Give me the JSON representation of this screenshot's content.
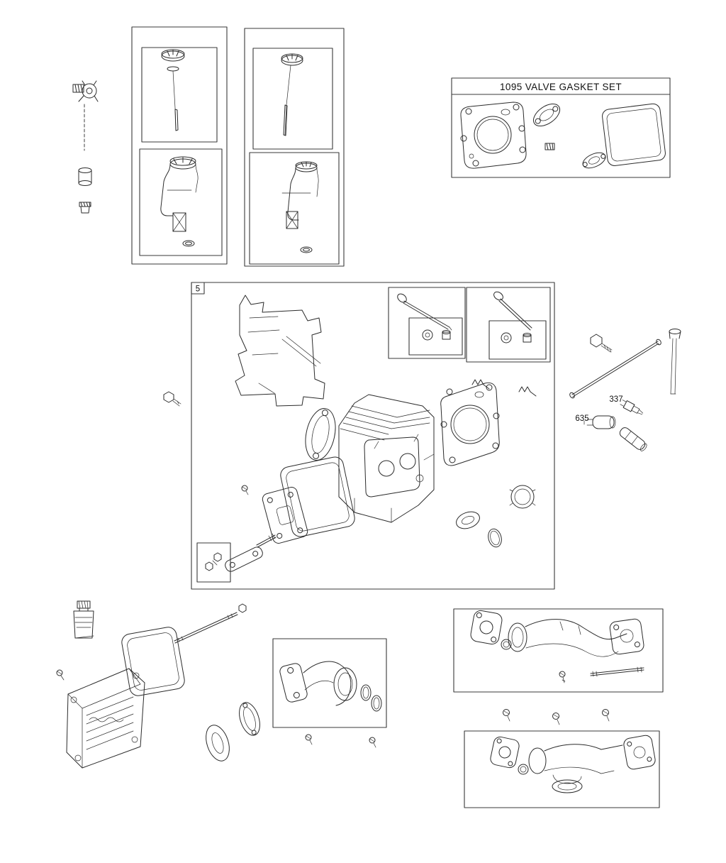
{
  "page": {
    "background_color": "#ffffff",
    "line_color": "#2b2b2b"
  },
  "labels": {
    "gasket_set_title": "1095 VALVE GASKET SET",
    "assembly_box": "5",
    "part_337": "337",
    "part_635": "635"
  }
}
